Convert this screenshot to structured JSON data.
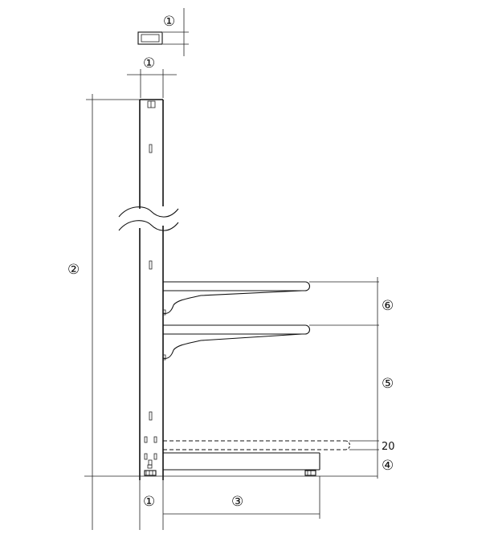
{
  "labels": {
    "top_profile": "①",
    "post_width": "①",
    "post_height": "②",
    "bottom_width": "①",
    "depth": "③",
    "base_height": "④",
    "shelf_spacing_lower": "⑤",
    "shelf_spacing_upper": "⑥",
    "base_gap": "20"
  },
  "colors": {
    "line": "#111111",
    "background": "#ffffff"
  }
}
